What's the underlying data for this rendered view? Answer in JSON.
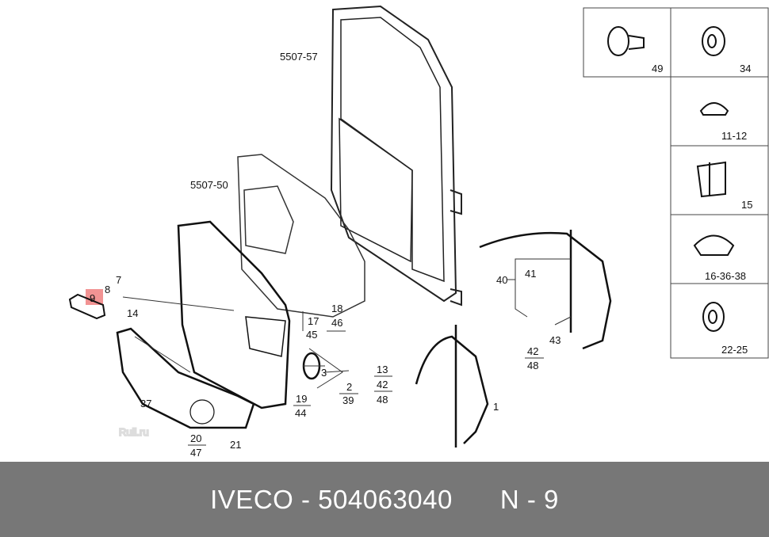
{
  "footer": {
    "brand": "IVECO",
    "separator": " - ",
    "part_number": "504063040",
    "position_label": "N - 9"
  },
  "watermark": "Rull.ru",
  "highlight_color": "#f08080",
  "highlighted_callout": "9",
  "callouts": {
    "door": "5507-57",
    "panel": "5507-50",
    "c7": "7",
    "c8": "8",
    "c9": "9",
    "c14": "14",
    "c37": "37",
    "c20": "20",
    "c47": "47",
    "c21": "21",
    "c17": "17",
    "c45": "45",
    "c18": "18",
    "c46": "46",
    "c3": "3",
    "c2": "2",
    "c39": "39",
    "c19": "19",
    "c44": "44",
    "c13": "13",
    "c42a": "42",
    "c48a": "48",
    "c40": "40",
    "c41": "41",
    "c43": "43",
    "c42b": "42",
    "c48b": "48",
    "c1": "1"
  },
  "side_panel": [
    {
      "label": "49"
    },
    {
      "label": "34"
    },
    {
      "label": "11-12"
    },
    {
      "label": "15"
    },
    {
      "label": "16-36-38"
    },
    {
      "label": "22-25"
    }
  ]
}
